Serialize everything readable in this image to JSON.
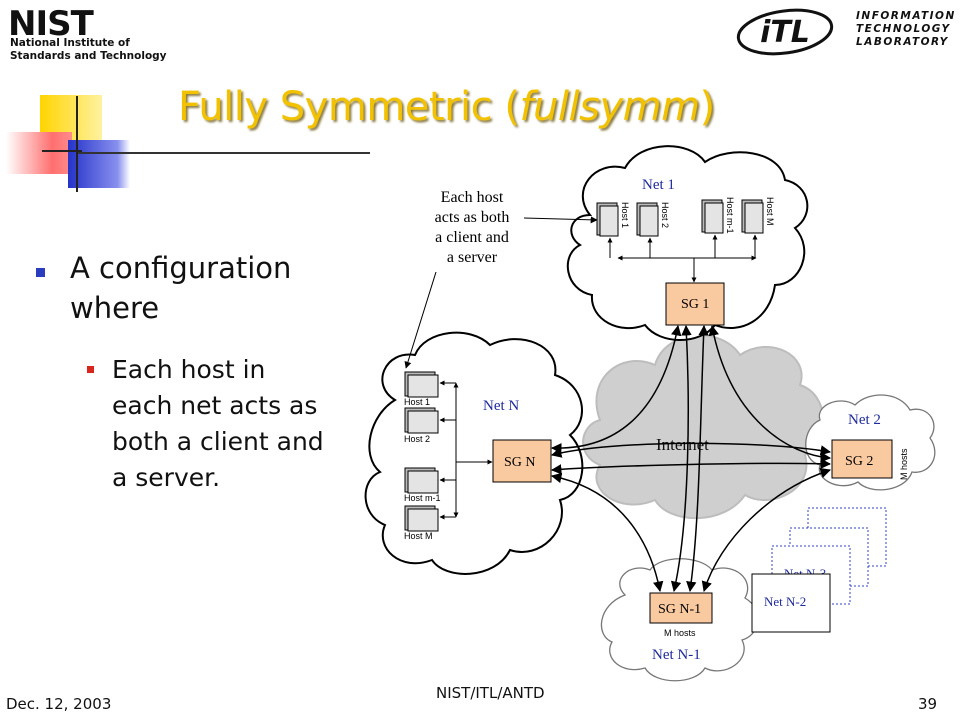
{
  "header": {
    "nist_word": "NIST",
    "nist_sub1": "National Institute of",
    "nist_sub2": "Standards and Technology",
    "itl_word": "iTL",
    "itl_lines": [
      "INFORMATION",
      "TECHNOLOGY",
      "LABORATORY"
    ]
  },
  "slide": {
    "title_prefix": "Fully Symmetric (",
    "title_italic": "fullsymm",
    "title_suffix": ")",
    "bullet1": "A configuration where",
    "bullet2": "Each host in each net acts as both a client and a server."
  },
  "diagram": {
    "callout": [
      "Each host",
      "acts as both",
      "a client and",
      "a server"
    ],
    "internet_label": "Internet",
    "net1": {
      "label": "Net 1",
      "sg": "SG 1",
      "hosts": [
        "Host 1",
        "Host 2",
        "Host m-1",
        "Host M"
      ]
    },
    "netN": {
      "label": "Net N",
      "sg": "SG N",
      "hosts": [
        "Host 1",
        "Host 2",
        "Host m-1",
        "Host M"
      ]
    },
    "net2": {
      "label": "Net 2",
      "sg": "SG 2",
      "hosts_note": "M hosts"
    },
    "netN1": {
      "label": "Net N-1",
      "sg": "SG N-1",
      "hosts_note": "M hosts"
    },
    "netN2": {
      "label": "Net N-2"
    },
    "netN3": {
      "label": "Net N-3"
    }
  },
  "footer": {
    "date": "Dec. 12, 2003",
    "center": "NIST/ITL/ANTD",
    "page": "39"
  },
  "colors": {
    "title": "#f2c200",
    "sg_fill": "#f9c9a0",
    "net_label": "#1f2a9c",
    "bullet_blue": "#2b3dbf",
    "bullet_red": "#d9261c"
  }
}
